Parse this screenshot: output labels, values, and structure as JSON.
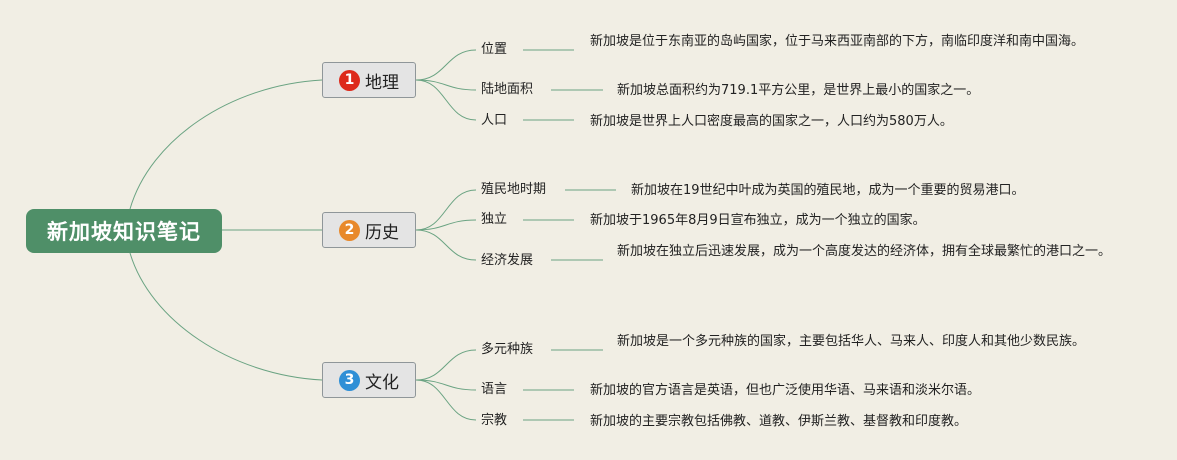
{
  "root": {
    "label": "新加坡知识笔记",
    "color": "#4f8f68"
  },
  "line_color": "#6aa382",
  "branches": [
    {
      "number": "1",
      "label": "地理",
      "badge_color": "#dd2a1b",
      "topics": [
        {
          "label": "位置",
          "note": "新加坡是位于东南亚的岛屿国家，位于马来西亚南部的下方，南临印度洋和南中国海。"
        },
        {
          "label": "陆地面积",
          "note": "新加坡总面积约为719.1平方公里，是世界上最小的国家之一。"
        },
        {
          "label": "人口",
          "note": "新加坡是世界上人口密度最高的国家之一，人口约为580万人。"
        }
      ]
    },
    {
      "number": "2",
      "label": "历史",
      "badge_color": "#e8892b",
      "topics": [
        {
          "label": "殖民地时期",
          "note": "新加坡在19世纪中叶成为英国的殖民地，成为一个重要的贸易港口。"
        },
        {
          "label": "独立",
          "note": "新加坡于1965年8月9日宣布独立，成为一个独立的国家。"
        },
        {
          "label": "经济发展",
          "note": "新加坡在独立后迅速发展，成为一个高度发达的经济体，拥有全球最繁忙的港口之一。"
        }
      ]
    },
    {
      "number": "3",
      "label": "文化",
      "badge_color": "#2f8fd6",
      "topics": [
        {
          "label": "多元种族",
          "note": "新加坡是一个多元种族的国家，主要包括华人、马来人、印度人和其他少数民族。"
        },
        {
          "label": "语言",
          "note": "新加坡的官方语言是英语，但也广泛使用华语、马来语和淡米尔语。"
        },
        {
          "label": "宗教",
          "note": "新加坡的主要宗教包括佛教、道教、伊斯兰教、基督教和印度教。"
        }
      ]
    }
  ]
}
